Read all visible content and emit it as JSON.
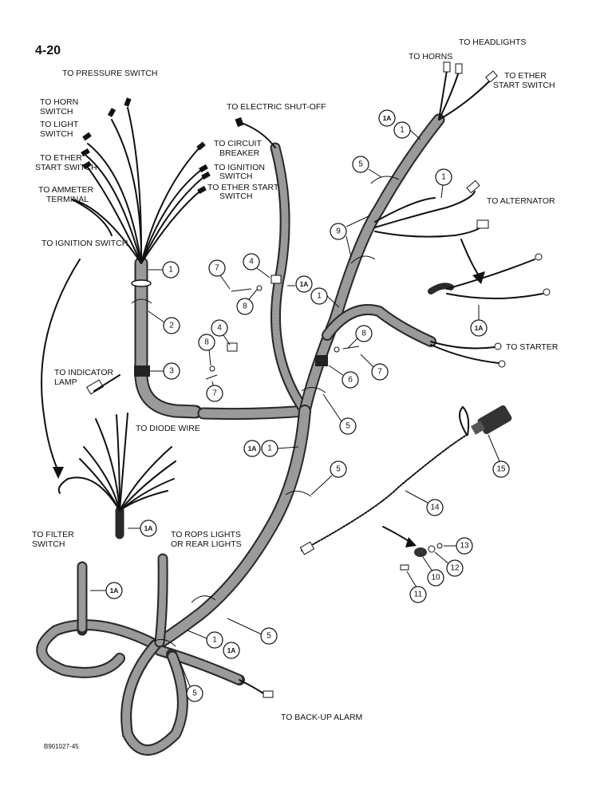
{
  "page_number": "4-20",
  "figure_id": "B901027-45",
  "labels": {
    "pressure_switch": "TO PRESSURE SWITCH",
    "horn_switch_1": "TO HORN",
    "horn_switch_2": "SWITCH",
    "light_switch_1": "TO LIGHT",
    "light_switch_2": "SWITCH",
    "ether_left_1": "TO ETHER",
    "ether_left_2": "START SWITCH",
    "ammeter_1": "TO AMMETER",
    "ammeter_2": "TERMINAL",
    "ignition_left": "TO IGNITION SWITCH",
    "circuit_breaker_1": "TO CIRCUIT",
    "circuit_breaker_2": "BREAKER",
    "ignition_mid_1": "TO IGNITION",
    "ignition_mid_2": "SWITCH",
    "ether_mid_1": "TO ETHER START",
    "ether_mid_2": "SWITCH",
    "electric_shutoff": "TO ELECTRIC SHUT-OFF",
    "horns": "TO HORNS",
    "headlights": "TO HEADLIGHTS",
    "ether_right_1": "TO ETHER",
    "ether_right_2": "START SWITCH",
    "alternator": "TO ALTERNATOR",
    "starter": "TO STARTER",
    "indicator_lamp_1": "TO INDICATOR",
    "indicator_lamp_2": "LAMP",
    "diode_wire": "TO DIODE WIRE",
    "filter_switch_1": "TO FILTER",
    "filter_switch_2": "SWITCH",
    "rops_lights_1": "TO ROPS LIGHTS",
    "rops_lights_2": "OR REAR LIGHTS",
    "backup_alarm": "TO BACK-UP ALARM"
  },
  "callouts": {
    "c1": "1",
    "c2": "2",
    "c3": "3",
    "c4": "4",
    "c5": "5",
    "c6": "6",
    "c7": "7",
    "c8": "8",
    "c9": "9",
    "c10": "10",
    "c11": "11",
    "c12": "12",
    "c13": "13",
    "c14": "14",
    "c15": "15",
    "c1a": "1A"
  }
}
